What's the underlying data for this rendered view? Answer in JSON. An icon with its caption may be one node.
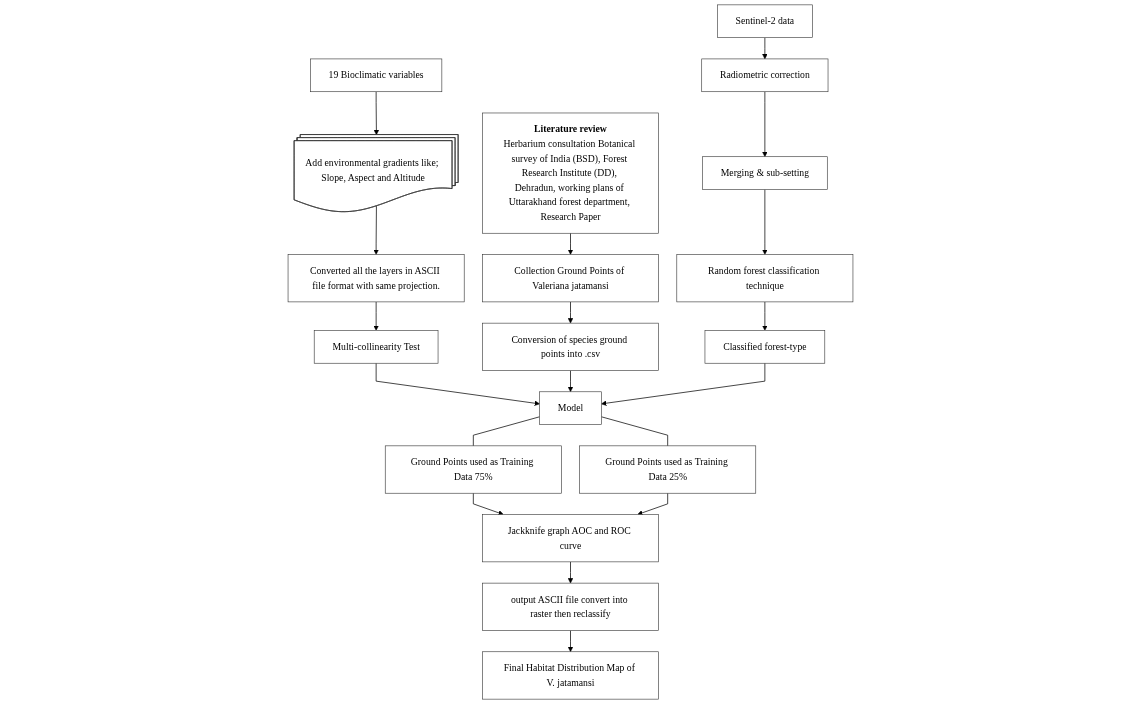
{
  "diagram": {
    "nodes": [
      {
        "text": [
          "19 Bioclimatic variables"
        ]
      },
      {
        "text": [
          "Add environmental gradients like; Slope, Aspect and Altitude"
        ]
      },
      {
        "text": [
          "Converted all the layers in ASCII file format with same projection."
        ]
      },
      {
        "text": [
          "Multi-collinearity Test"
        ]
      },
      {
        "text": [
          "Literature review",
          "Herbarium consultation Botanical survey of India (BSD), Forest Research Institute (DD), Dehradun, working plans of Uttarakhand forest department, Research Paper"
        ]
      },
      {
        "text": [
          "Collection Ground Points of Valeriana jatamansi"
        ]
      },
      {
        "text": [
          "Conversion of species ground points into .csv"
        ]
      },
      {
        "text": [
          "Model"
        ]
      },
      {
        "text": [
          "Sentinel-2 data"
        ]
      },
      {
        "text": [
          "Radiometric correction"
        ]
      },
      {
        "text": [
          "Merging & sub-setting"
        ]
      },
      {
        "text": [
          "Random forest classification technique"
        ]
      },
      {
        "text": [
          "Classified forest-type"
        ]
      },
      {
        "text": [
          "Ground Points used as Training Data 75%"
        ]
      },
      {
        "text": [
          "Ground Points used as Training Data 25%"
        ]
      },
      {
        "text": [
          "Jackknife graph AOC and ROC curve"
        ]
      },
      {
        "text": [
          "output ASCII file convert into raster then reclassify"
        ]
      },
      {
        "text": [
          "Final Habitat Distribution Map of V. jatamansi"
        ]
      }
    ],
    "edges": [
      {
        "from": 0,
        "to": 1,
        "arrow": "to"
      },
      {
        "from": 1,
        "to": 2,
        "arrow": "to"
      },
      {
        "from": 2,
        "to": 3,
        "arrow": "to"
      },
      {
        "from": 3,
        "to": 7,
        "arrow": "to"
      },
      {
        "from": 4,
        "to": 5,
        "arrow": "to"
      },
      {
        "from": 5,
        "to": 6,
        "arrow": "to"
      },
      {
        "from": 6,
        "to": 7,
        "arrow": "to"
      },
      {
        "from": 8,
        "to": 9,
        "arrow": "to"
      },
      {
        "from": 9,
        "to": 10,
        "arrow": "to"
      },
      {
        "from": 10,
        "to": 11,
        "arrow": "to"
      },
      {
        "from": 11,
        "to": 12,
        "arrow": "to"
      },
      {
        "from": 12,
        "to": 7,
        "arrow": "to"
      },
      {
        "from": 7,
        "to": 13,
        "arrow": "none"
      },
      {
        "from": 7,
        "to": 14,
        "arrow": "none"
      },
      {
        "from": 13,
        "to": 15,
        "arrow": "to"
      },
      {
        "from": 14,
        "to": 15,
        "arrow": "to"
      },
      {
        "from": 15,
        "to": 16,
        "arrow": "to"
      },
      {
        "from": 16,
        "to": 17,
        "arrow": "to"
      }
    ]
  }
}
